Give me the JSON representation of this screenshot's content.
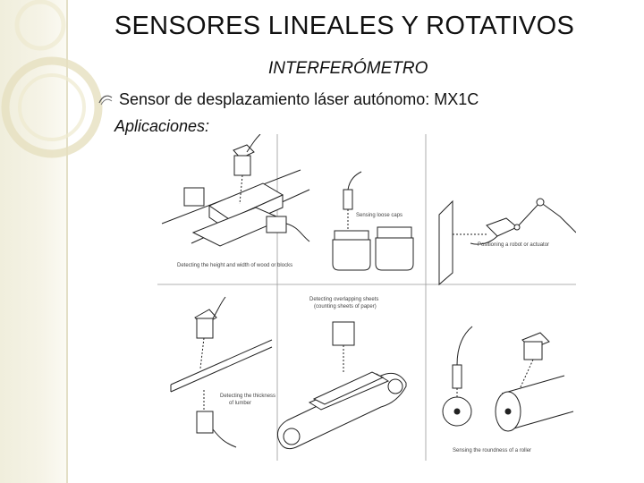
{
  "slide": {
    "title": "SENSORES LINEALES Y ROTATIVOS",
    "subtitle": "INTERFERÓMETRO",
    "bullet": "Sensor de desplazamiento láser autónomo: MX1C",
    "applications_label": "Aplicaciones:"
  },
  "figure": {
    "captions": {
      "height_width": "Detecting the height and width of wood or blocks",
      "liquid_level": "Sensing loose caps",
      "robot": "Positioning a robot or actuator",
      "overlap": "Detecting overlapping sheets",
      "overlap2": "(counting sheets of paper)",
      "thickness": "Detecting the thickness",
      "thickness2": "of lumber",
      "roller": "Sensing the roundness of a roller"
    }
  },
  "colors": {
    "band": "#f0eedc",
    "ring": "#e6e0bf"
  }
}
